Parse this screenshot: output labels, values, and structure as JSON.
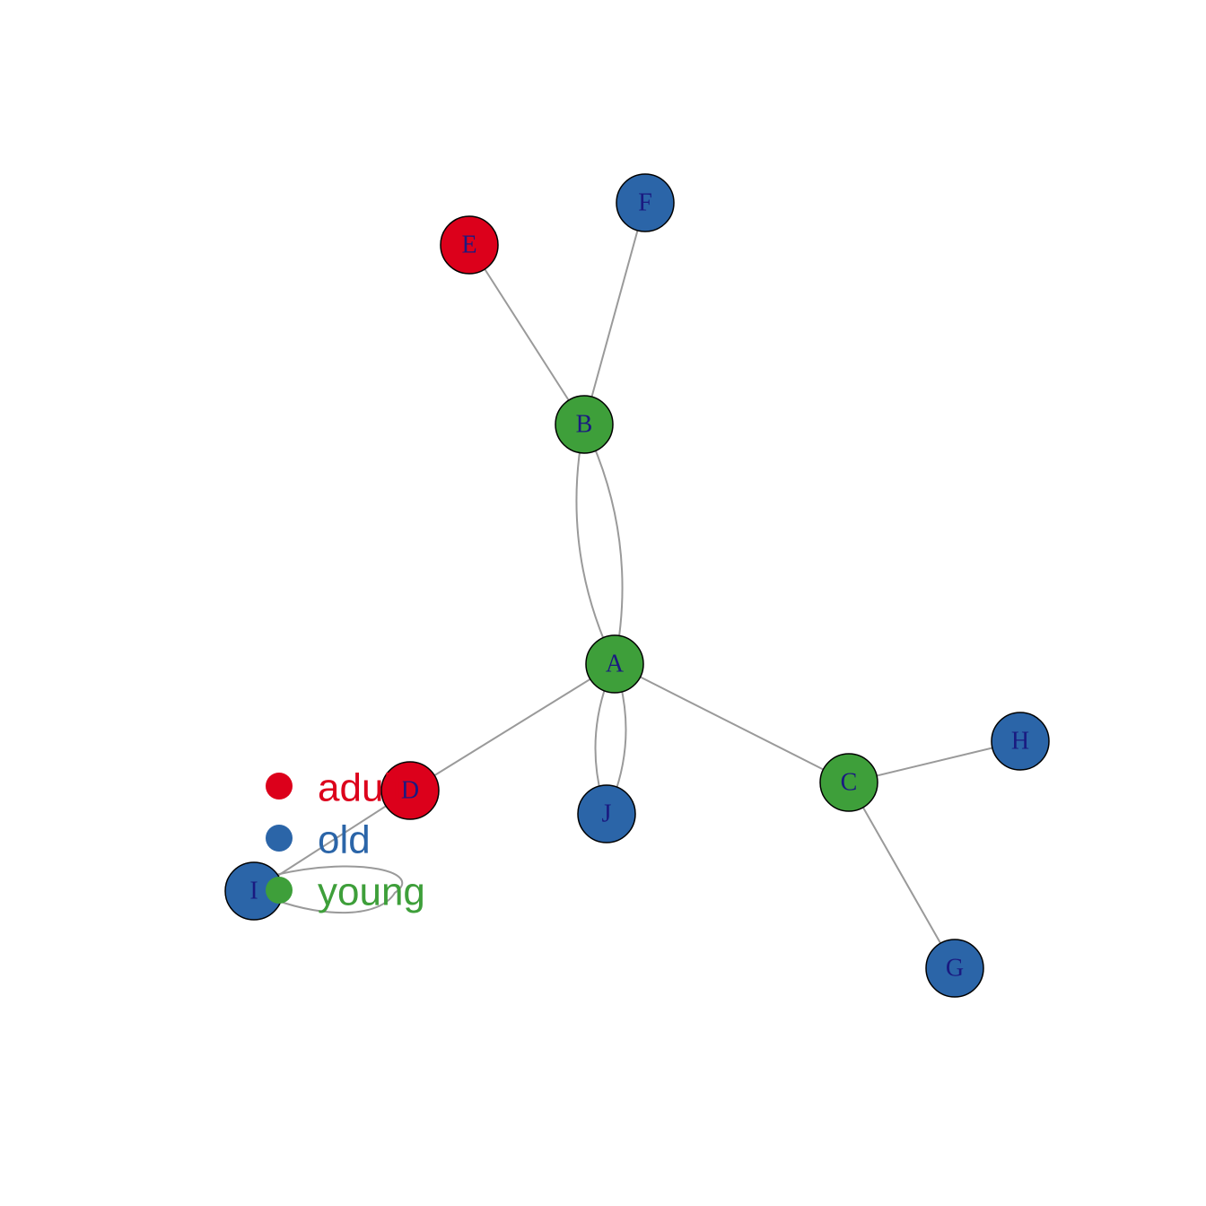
{
  "colors": {
    "adult": "#dc001b",
    "old": "#2b65a8",
    "young": "#3e9f3a",
    "edge": "#9a9a9a",
    "label": "#1a1a80"
  },
  "nodes": [
    {
      "id": "A",
      "label": "A",
      "group": "young"
    },
    {
      "id": "B",
      "label": "B",
      "group": "young"
    },
    {
      "id": "C",
      "label": "C",
      "group": "young"
    },
    {
      "id": "D",
      "label": "D",
      "group": "adult"
    },
    {
      "id": "E",
      "label": "E",
      "group": "adult"
    },
    {
      "id": "F",
      "label": "F",
      "group": "old"
    },
    {
      "id": "G",
      "label": "G",
      "group": "old"
    },
    {
      "id": "H",
      "label": "H",
      "group": "old"
    },
    {
      "id": "I",
      "label": "I",
      "group": "old"
    },
    {
      "id": "J",
      "label": "J",
      "group": "old"
    }
  ],
  "edges": [
    {
      "from": "B",
      "to": "E"
    },
    {
      "from": "B",
      "to": "F"
    },
    {
      "from": "A",
      "to": "B",
      "multi": 2
    },
    {
      "from": "A",
      "to": "J",
      "multi": 2
    },
    {
      "from": "A",
      "to": "C"
    },
    {
      "from": "A",
      "to": "D"
    },
    {
      "from": "C",
      "to": "H"
    },
    {
      "from": "C",
      "to": "G"
    },
    {
      "from": "D",
      "to": "I"
    },
    {
      "from": "I",
      "to": "I",
      "loop": true
    }
  ],
  "legend": {
    "items": [
      {
        "label": "adult",
        "group": "adult"
      },
      {
        "label": "old",
        "group": "old"
      },
      {
        "label": "young",
        "group": "young"
      }
    ]
  }
}
